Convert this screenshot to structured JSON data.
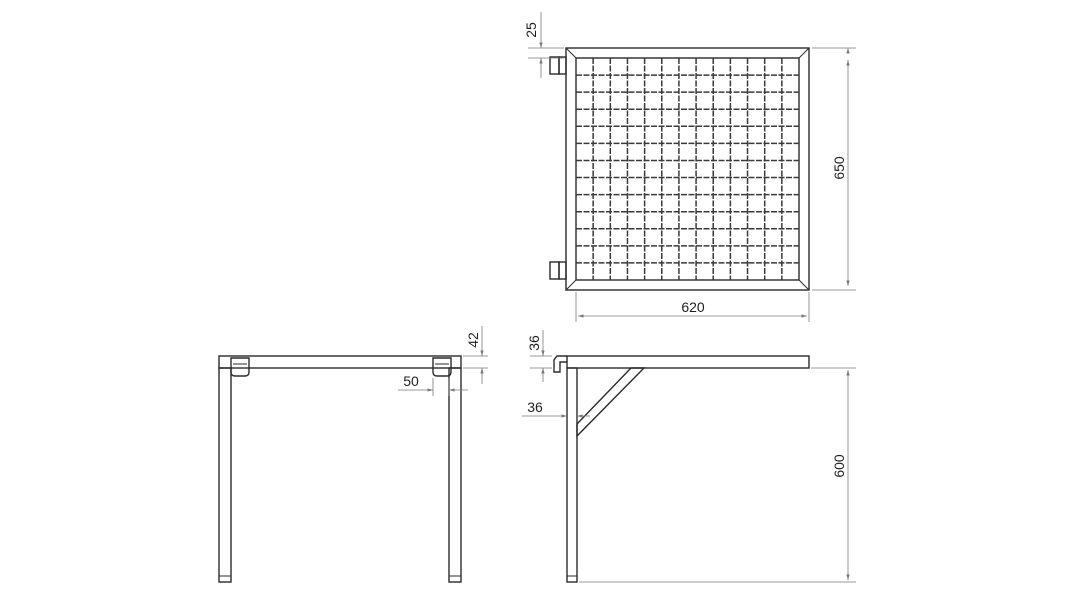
{
  "drawing": {
    "colors": {
      "line": "#2b2b2b",
      "dimension": "#7a7a7a",
      "background": "#ffffff"
    },
    "top_view": {
      "grid_columns": 13,
      "grid_rows": 13,
      "dim_frame": "25",
      "dim_depth": "650",
      "dim_width": "620"
    },
    "front_view": {
      "dim_top_height": "42",
      "dim_leg_width": "50"
    },
    "side_view": {
      "dim_hook_height": "36",
      "dim_bracket_offset": "36",
      "dim_height": "600"
    }
  }
}
